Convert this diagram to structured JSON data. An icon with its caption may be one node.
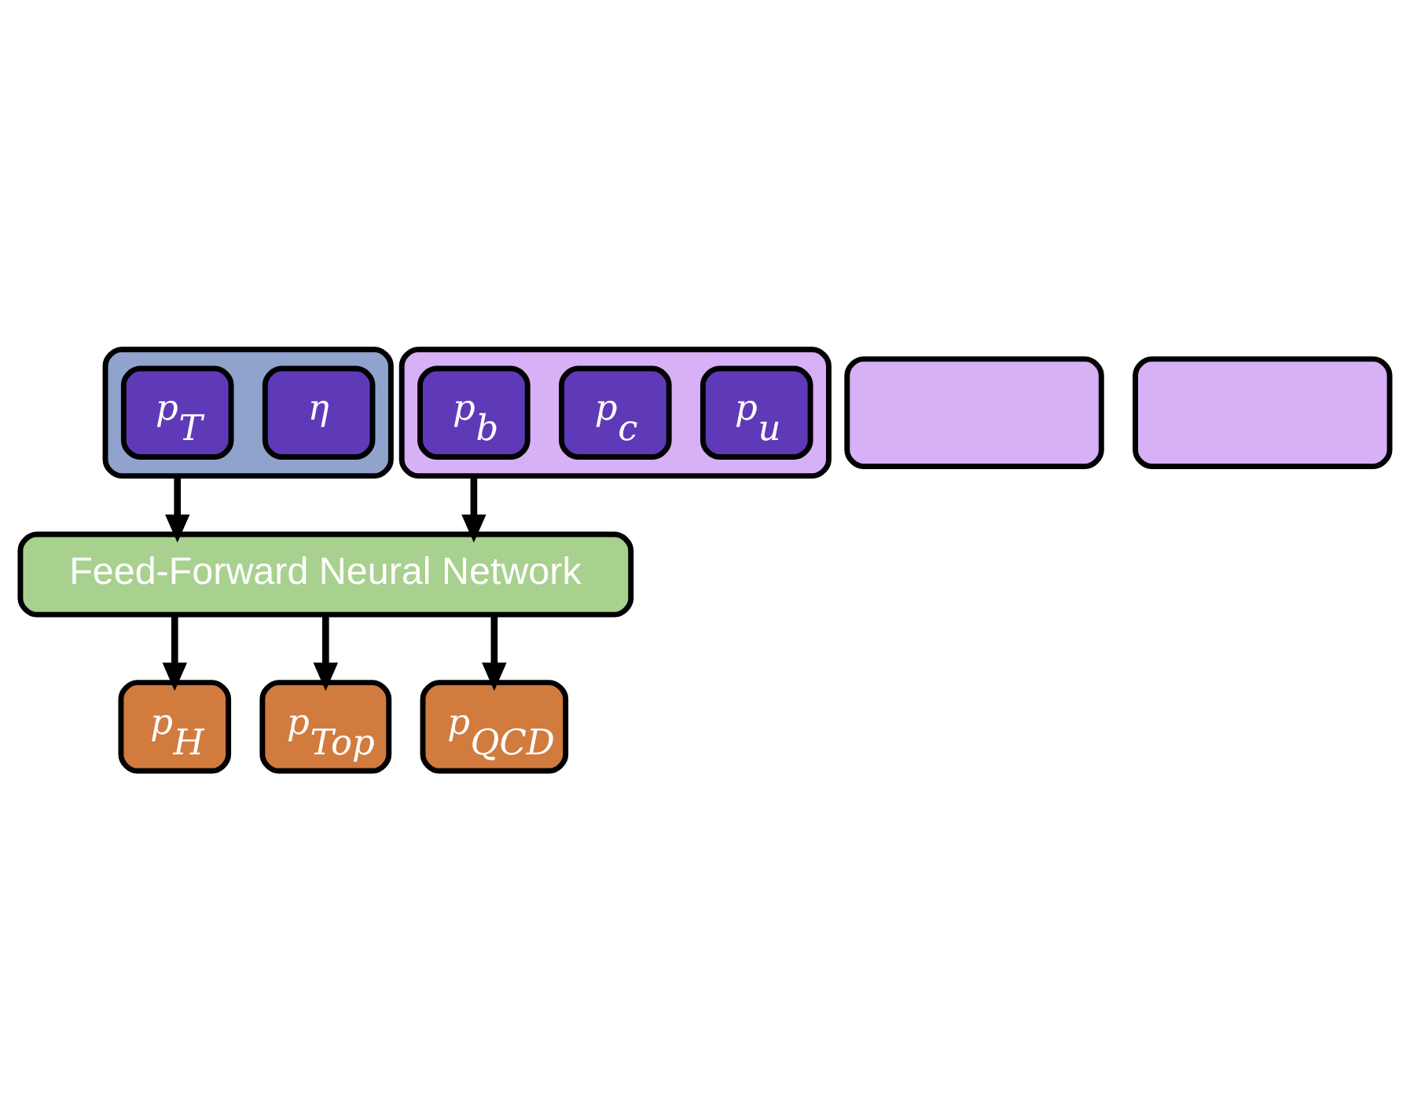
{
  "diagram": {
    "nodes": [
      {
        "text": [],
        "shape": "box"
      },
      {
        "text": [
          "p$_{T}$"
        ],
        "in": 0
      },
      {
        "text": [
          "η"
        ],
        "in": 0
      },
      {
        "text": [],
        "shape": "box"
      },
      {
        "text": [],
        "shape": "box"
      },
      {
        "text": [],
        "shape": "box"
      },
      {
        "text": [
          "p$_{b}$"
        ],
        "in": 5
      },
      {
        "text": [
          "p$_{c}$"
        ],
        "in": 5
      },
      {
        "text": [
          "p$_{u}$"
        ],
        "in": 5
      },
      {
        "text": [
          "Feed-Forward Neural Network"
        ]
      },
      {
        "text": [
          "p$_{H}$"
        ]
      },
      {
        "text": [
          "p$_{Top}$"
        ]
      },
      {
        "text": [
          "p$_{QCD}$"
        ]
      }
    ],
    "edges": [
      {
        "from": 0,
        "to": 9,
        "arrow": "to"
      },
      {
        "from": 5,
        "to": 9,
        "arrow": "to"
      },
      {
        "from": 9,
        "to": 10,
        "arrow": "to"
      },
      {
        "from": 9,
        "to": 11,
        "arrow": "to"
      },
      {
        "from": 9,
        "to": 12,
        "arrow": "to"
      }
    ]
  }
}
